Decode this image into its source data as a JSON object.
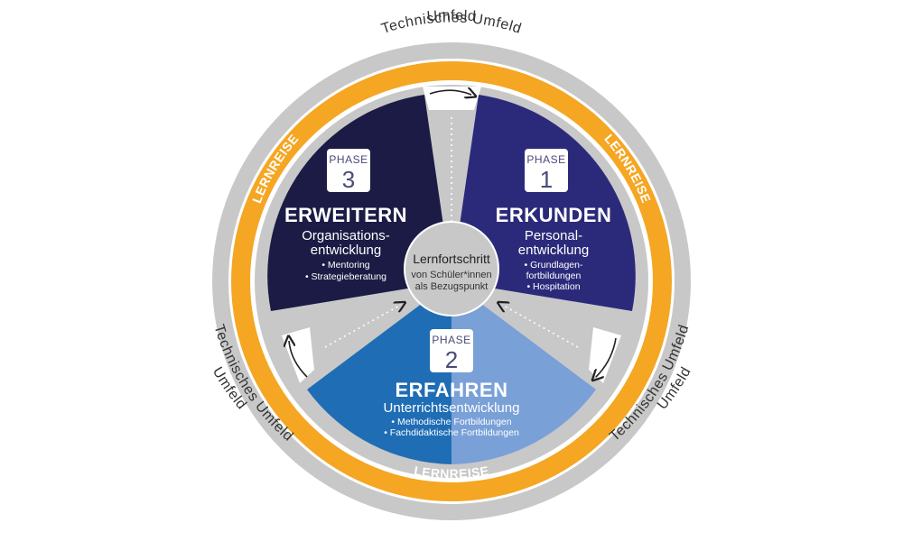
{
  "outer_label": "Umfeld",
  "ring_label": "Technisches Umfeld",
  "journey_label": "LERNREISE",
  "center": {
    "title": "Lernfortschritt",
    "line1": "von Schüler*innen",
    "line2": "als Bezugspunkt"
  },
  "phases": [
    {
      "phase_word": "PHASE",
      "number": "1",
      "title": "ERKUNDEN",
      "subtitle_line1": "Personal-",
      "subtitle_line2": "entwicklung",
      "bullet1": "• Grundlagen-",
      "bullet2": "fortbildungen",
      "bullet3": "• Hospitation",
      "color": "#2b2a7a"
    },
    {
      "phase_word": "PHASE",
      "number": "2",
      "title": "ERFAHREN",
      "subtitle_line1": "Unterrichtsentwicklung",
      "bullet1": "• Methodische Fortbildungen",
      "bullet2": "• Fachdidaktische Fortbildungen",
      "color_left": "#1f6db5",
      "color_right": "#7aa0d8"
    },
    {
      "phase_word": "PHASE",
      "number": "3",
      "title": "ERWEITERN",
      "subtitle_line1": "Organisations-",
      "subtitle_line2": "entwicklung",
      "bullet1": "• Mentoring",
      "bullet2": "• Strategieberatung",
      "color": "#1b1b45"
    }
  ],
  "colors": {
    "outer_ring": "#c8c8c8",
    "journey_ring": "#f5a623",
    "inner_gray": "#c8c8c8",
    "center": "#c8c8c8"
  }
}
